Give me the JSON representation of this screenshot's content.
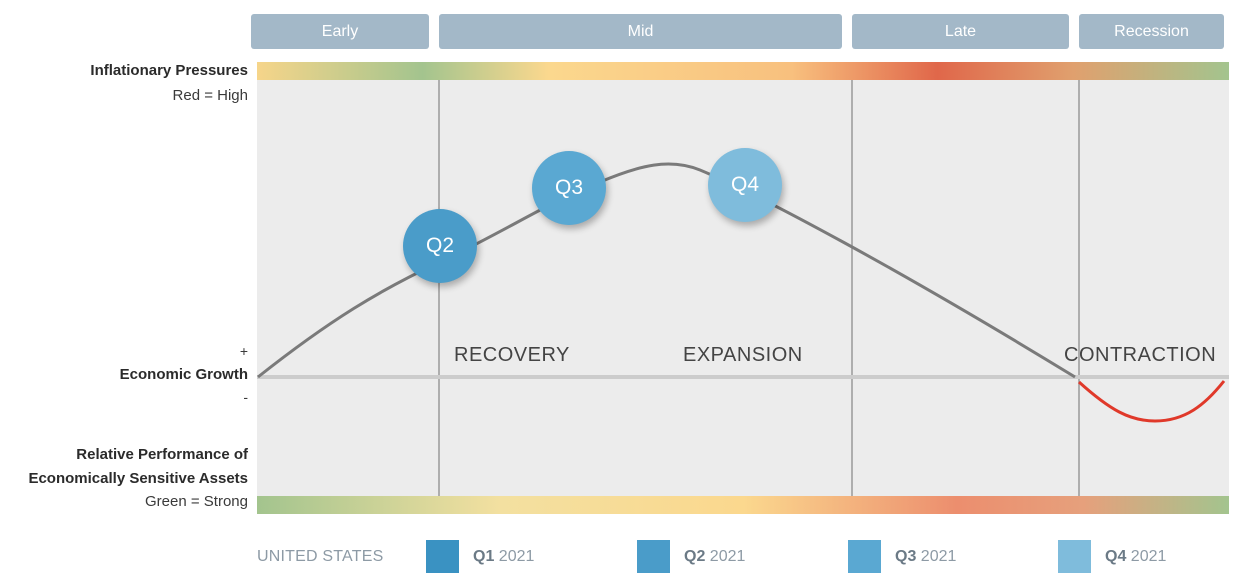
{
  "phases": [
    {
      "label": "Early"
    },
    {
      "label": "Mid"
    },
    {
      "label": "Late"
    },
    {
      "label": "Recession"
    }
  ],
  "left_labels": {
    "inflation_title": "Inflationary Pressures",
    "inflation_sub": "Red = High",
    "plus": "+",
    "growth": "Economic Growth",
    "minus": "-",
    "performance_line1": "Relative Performance of",
    "performance_line2": "Economically Sensitive Assets",
    "performance_sub": "Green = Strong"
  },
  "stages": {
    "recovery": "RECOVERY",
    "expansion": "EXPANSION",
    "contraction": "CONTRACTION"
  },
  "bubbles": [
    {
      "label": "Q2",
      "color": "#4a9cc9"
    },
    {
      "label": "Q3",
      "color": "#5aa8d2"
    },
    {
      "label": "Q4",
      "color": "#7fbcdc"
    }
  ],
  "legend": {
    "title": "UNITED STATES",
    "items": [
      {
        "quarter": "Q1",
        "year": "2021",
        "color": "#3a92c2"
      },
      {
        "quarter": "Q2",
        "year": "2021",
        "color": "#4a9cc9"
      },
      {
        "quarter": "Q3",
        "year": "2021",
        "color": "#5aa8d2"
      },
      {
        "quarter": "Q4",
        "year": "2021",
        "color": "#7fbcdc"
      }
    ]
  },
  "colors": {
    "phase_bar": "#a3b8c8",
    "panel": "#ececec",
    "curve": "#7a7a7a",
    "recession_curve": "#e0392a",
    "high": "#e0674a",
    "mid": "#fbd88e",
    "strong": "#a3c48e"
  }
}
